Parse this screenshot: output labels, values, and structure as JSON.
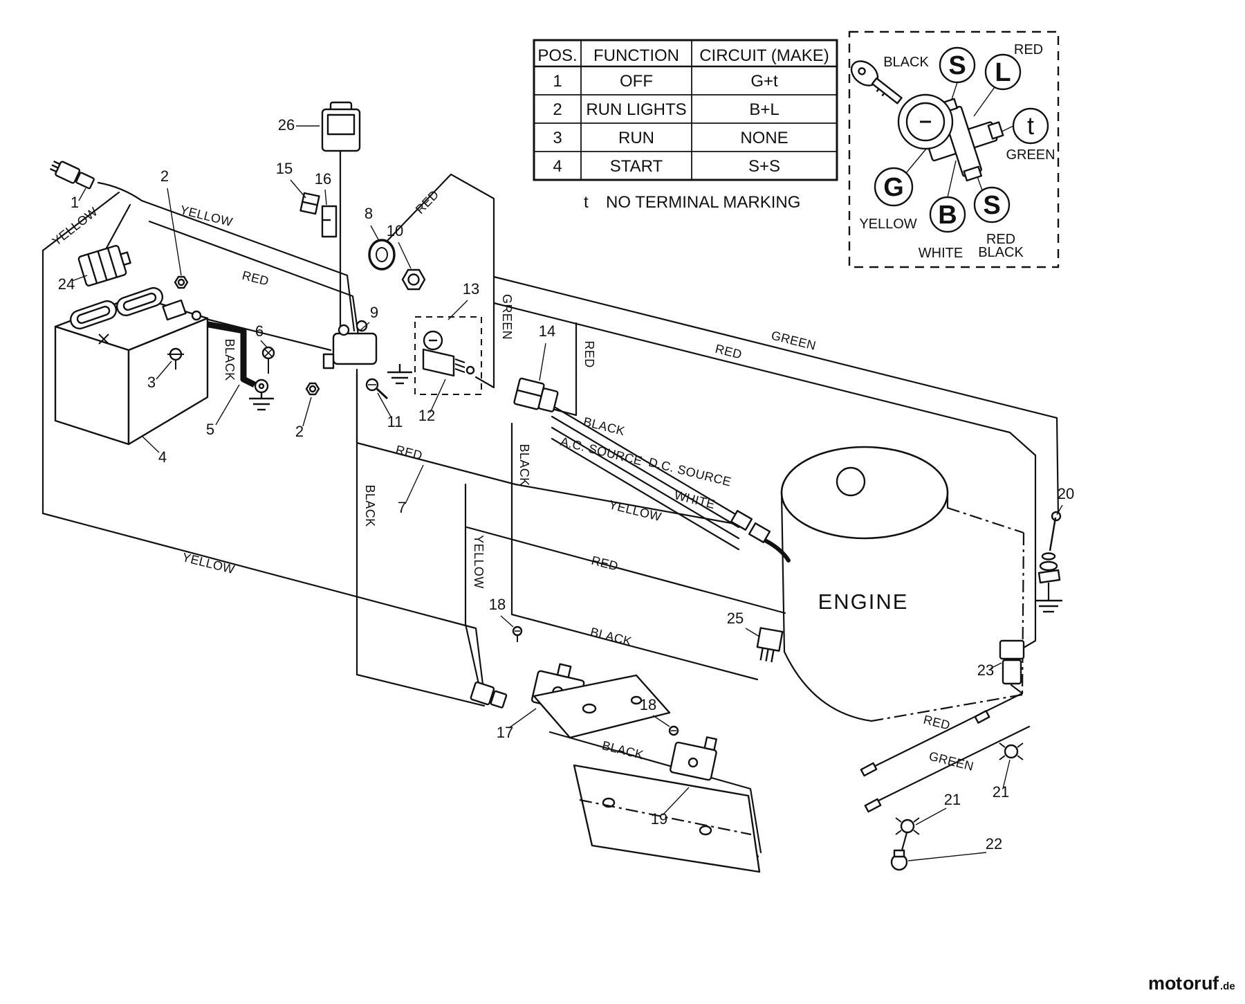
{
  "diagram": {
    "engine_label": "ENGINE"
  },
  "table": {
    "headers": [
      "POS.",
      "FUNCTION",
      "CIRCUIT (MAKE)"
    ],
    "rows": [
      [
        "1",
        "OFF",
        "G+t"
      ],
      [
        "2",
        "RUN LIGHTS",
        "B+L"
      ],
      [
        "3",
        "RUN",
        "NONE"
      ],
      [
        "4",
        "START",
        "S+S"
      ]
    ],
    "footnote_symbol": "t",
    "footnote_text": "NO TERMINAL MARKING"
  },
  "switch_detail": {
    "terminals": {
      "top": "S",
      "upper_right": "L",
      "right": "t",
      "left": "G",
      "bottom": "B",
      "lower_right": "S"
    },
    "colors": {
      "top_left": "BLACK",
      "top_right": "RED",
      "right": "GREEN",
      "bottom_left": "YELLOW",
      "bottom_center": "WHITE",
      "bottom_right_1": "RED",
      "bottom_right_2": "BLACK"
    }
  },
  "wire_labels": [
    "YELLOW",
    "YELLOW",
    "RED",
    "RED",
    "GREEN",
    "RED",
    "RED",
    "GREEN",
    "BLACK",
    "BLACK",
    "A.C. SOURCE",
    "D.C. SOURCE",
    "WHITE",
    "YELLOW",
    "BLACK",
    "RED",
    "BLACK",
    "YELLOW",
    "RED",
    "YELLOW",
    "BLACK",
    "BLACK",
    "RED",
    "GREEN"
  ],
  "parts": [
    "1",
    "2",
    "24",
    "3",
    "4",
    "5",
    "6",
    "2",
    "26",
    "15",
    "16",
    "8",
    "10",
    "9",
    "11",
    "12",
    "13",
    "14",
    "7",
    "18",
    "17",
    "18",
    "19",
    "25",
    "20",
    "23",
    "21",
    "21",
    "22"
  ],
  "watermark": {
    "letters": [
      {
        "ch": "m",
        "color": "#e2001a"
      },
      {
        "ch": "o",
        "color": "#f39200"
      },
      {
        "ch": "t",
        "color": "#672f8f"
      },
      {
        "ch": "o",
        "color": "#36a22d"
      },
      {
        "ch": "r",
        "color": "#e2001a"
      },
      {
        "ch": "u",
        "color": "#1c6fb5"
      },
      {
        "ch": "f",
        "color": "#36a22d"
      }
    ],
    "suffix": ".de",
    "suffix_color": "#8c8c8c"
  }
}
